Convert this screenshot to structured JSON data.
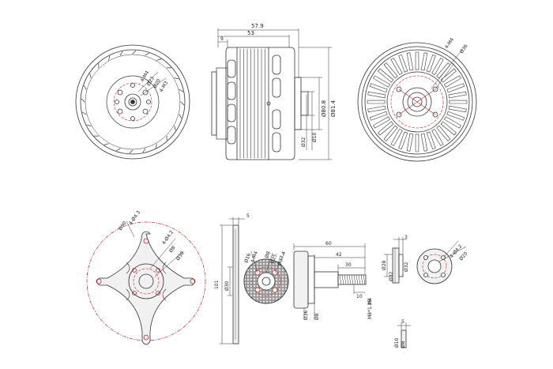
{
  "colors": {
    "line": "#333333",
    "accent": "#c0262b",
    "fill": "#d9d9d9",
    "dark": "#555555"
  },
  "top_left_view": {
    "labels": [
      "4-M4",
      "Ø23",
      "Ø20",
      "4-M3"
    ]
  },
  "side_view": {
    "overall_length": "57.9",
    "body_length": "53",
    "shaft_length": "9",
    "d_outer": "Ø81.4",
    "d_body": "Ø80.8",
    "d_shaft1": "Ø10",
    "d_shaft2": "Ø32"
  },
  "top_right_view": {
    "labels": [
      "4-M4",
      "Ø36"
    ]
  },
  "mount_view": {
    "labels": [
      "Ø90",
      "4-Ø4.3",
      "4-Ø4.2",
      "Ø38",
      "Ø8"
    ]
  },
  "mount_side_view": {
    "labels": [
      "5",
      "101",
      "Ø30"
    ]
  },
  "prop_disc_view": {
    "labels": [
      "Ø16",
      "Ø25",
      "Ø8",
      "4-M4",
      "Ø37.4"
    ]
  },
  "prop_side_view": {
    "labels": [
      "60",
      "42",
      "30",
      "10",
      "Ø8",
      "Ø36",
      "M8*1.25",
      "M4"
    ]
  },
  "adapter_side_view": {
    "labels": [
      "3",
      "Ø28",
      "Ø32",
      "Ø32"
    ]
  },
  "adapter_front_view": {
    "labels": [
      "4-Ø4.2",
      "Ø20"
    ]
  },
  "small_part_view": {
    "labels": [
      "5",
      "Ø10",
      "Ø8"
    ]
  }
}
